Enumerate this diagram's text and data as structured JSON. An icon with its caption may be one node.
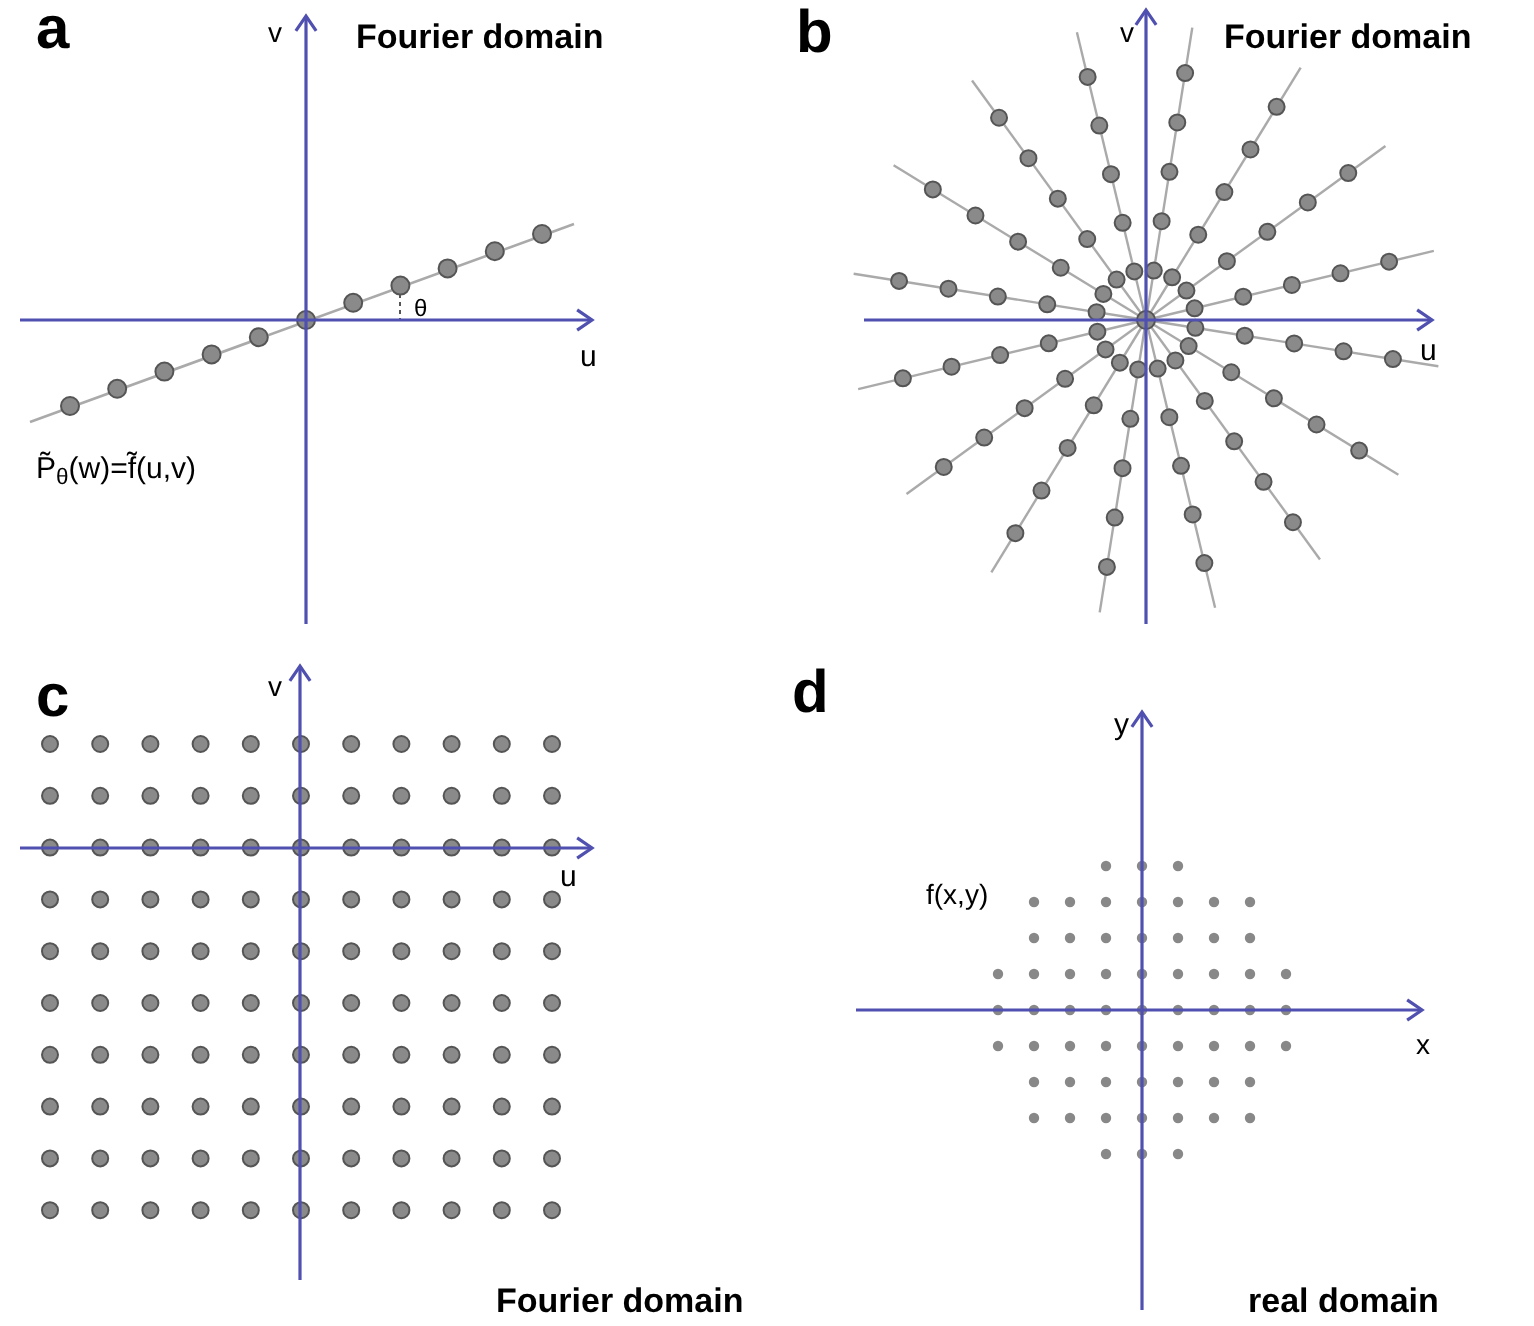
{
  "diagram": {
    "labels": [
      "a",
      "v",
      "Fourier domain",
      "θ",
      "u",
      "P̃$_{θ}$(w)=f̃(u,v)",
      "b",
      "v",
      "Fourier domain",
      "u",
      "c",
      "v",
      "u",
      "Fourier domain",
      "d",
      "y",
      "f(x,y)",
      "x",
      "real domain"
    ]
  }
}
